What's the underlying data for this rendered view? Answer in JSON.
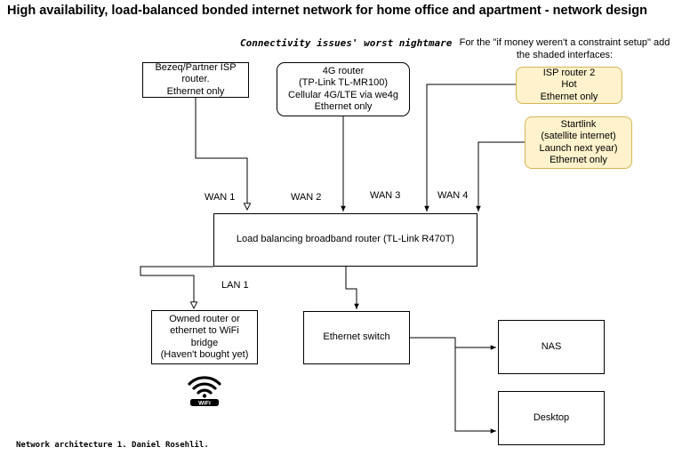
{
  "title": "High availability, load-balanced bonded internet network for home office and apartment - network design",
  "subtitle": "Connectivity issues' worst nightmare",
  "note": "For the \"if money weren't a constraint setup\" add the shaded interfaces:",
  "footer": "Network architecture 1. Daniel Rosehlil.",
  "nodes": {
    "isp1": "Bezeq/Partner ISP\nrouter.\nEthernet only",
    "router4g": "4G router\n(TP-Link TL-MR100)\nCellular 4G/LTE via we4g\nEthernet only",
    "isp2": "ISP router 2\nHot\nEthernet only",
    "starlink": "Startlink\n(satellite internet)\nLaunch next year)\nEthernet only",
    "lb": "Load balancing broadband router (TL-Link R470T)",
    "wifi_router": "Owned router or\nethernet to WiFi\nbridge\n(Haven't bought yet)",
    "switch": "Ethernet switch",
    "nas": "NAS",
    "desktop": "Desktop"
  },
  "links": {
    "wan1": "WAN 1",
    "wan2": "WAN 2",
    "wan3": "WAN 3",
    "wan4": "WAN 4",
    "lan1": "LAN 1"
  },
  "wifi_badge": "WiFi",
  "colors": {
    "shaded_fill": "#fff2cc",
    "shaded_border": "#d6b656",
    "line": "#000000"
  }
}
